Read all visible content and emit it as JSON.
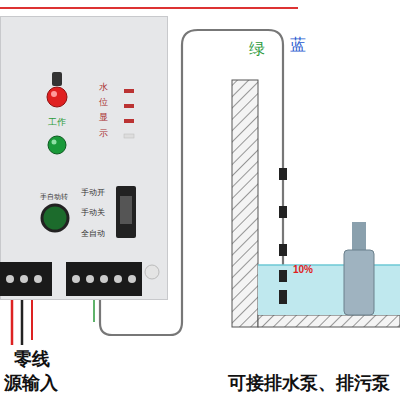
{
  "diagram": {
    "nodes": [
      {
        "text": [
          "水",
          "位",
          "显",
          "示",
          "工作",
          "手自动转",
          "手动开",
          "手动关",
          "全自动"
        ]
      }
    ],
    "labels": [
      "绿",
      "蓝",
      "10%",
      "零线",
      "源输入",
      "可接排水泵、排污泵"
    ]
  }
}
